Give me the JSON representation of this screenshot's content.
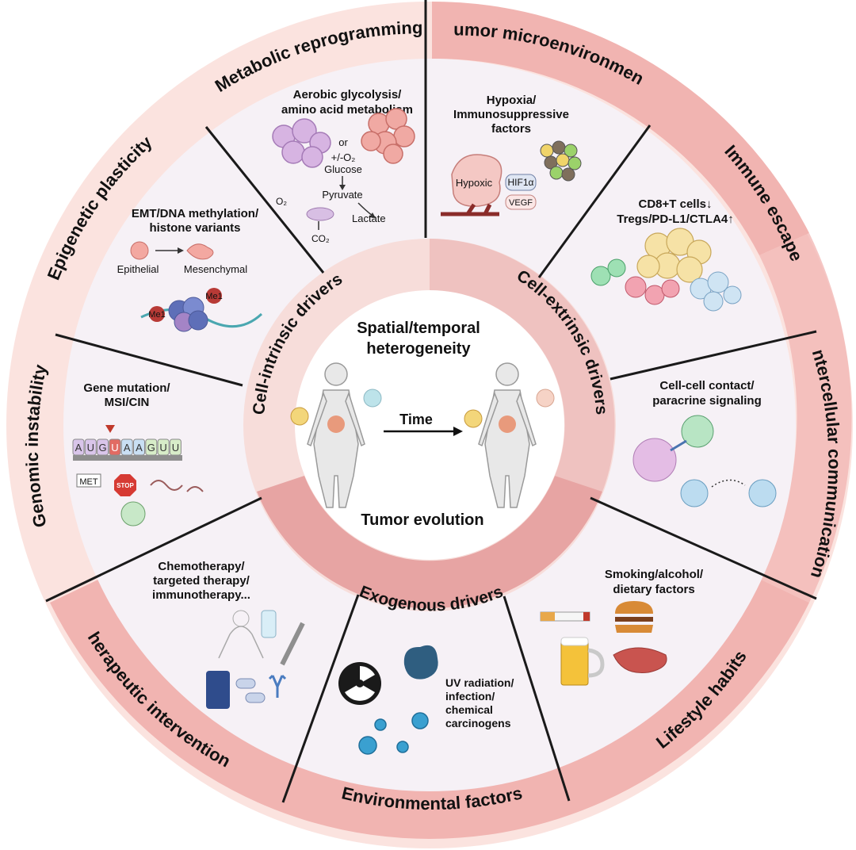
{
  "center": {
    "top_title_line1": "Spatial/temporal",
    "top_title_line2": "heterogeneity",
    "time_label": "Time",
    "bottom_title": "Tumor evolution"
  },
  "drivers": {
    "intrinsic": "Cell-intrinsic drivers",
    "extrinsic": "Cell-extrinsic drivers",
    "exogenous": "Exogenous drivers"
  },
  "outer_ring": {
    "metabolic": "Metabolic reprogramming",
    "tumor_micro": "Tumor microenvironment",
    "epigenetic": "Epigenetic plasticity",
    "immune": "Immune escape",
    "genomic": "Genomic instability",
    "intercellular": "Intercellular communication",
    "therapeutic": "Therapeutic interventions",
    "lifestyle": "Lifestyle habits",
    "environmental": "Environmental factors"
  },
  "segments": {
    "metabolic": {
      "title_line1": "Aerobic glycolysis/",
      "title_line2": "amino acid metabolism",
      "or": "or",
      "o2_line1": "+/-O₂",
      "o2_line2": "Glucose",
      "pyruvate": "Pyruvate",
      "o2": "O₂",
      "lactate": "Lactate",
      "co2": "CO₂"
    },
    "tumor_micro": {
      "title_line1": "Hypoxia/",
      "title_line2": "Immunosuppressive",
      "title_line3": "factors",
      "hypoxic": "Hypoxic",
      "hif": "HIF1α",
      "vegf": "VEGF"
    },
    "epigenetic": {
      "title_line1": "EMT/DNA methylation/",
      "title_line2": "histone variants",
      "epithelial": "Epithelial",
      "mesenchymal": "Mesenchymal",
      "me1_a": "Me1",
      "me1_b": "Me1"
    },
    "immune": {
      "title_line1": "CD8+T cells↓",
      "title_line2": "Tregs/PD-L1/CTLA4↑"
    },
    "genomic": {
      "title_line1": "Gene mutation/",
      "title_line2": "MSI/CIN",
      "seq": [
        "A",
        "U",
        "G",
        "U",
        "A",
        "A",
        "G",
        "U",
        "U"
      ],
      "met": "MET",
      "stop": "STOP"
    },
    "intercellular": {
      "title_line1": "Cell-cell contact/",
      "title_line2": "paracrine signaling"
    },
    "therapeutic": {
      "title_line1": "Chemotherapy/",
      "title_line2": "targeted therapy/",
      "title_line3": "immunotherapy..."
    },
    "environmental": {
      "title_line1": "UV radiation/",
      "title_line2": "infection/",
      "title_line3": "chemical",
      "title_line4": "carcinogens"
    },
    "lifestyle": {
      "title_line1": "Smoking/alcohol/",
      "title_line2": "dietary factors"
    }
  },
  "colors": {
    "outer_ring_light": "#fbe3df",
    "outer_ring_dark": "#f1b4b1",
    "inner_ring_light": "#f7ddda",
    "inner_ring_dark": "#e7a4a3",
    "segment_fill": "#f6f1f6",
    "divider": "#1a1a1a"
  }
}
